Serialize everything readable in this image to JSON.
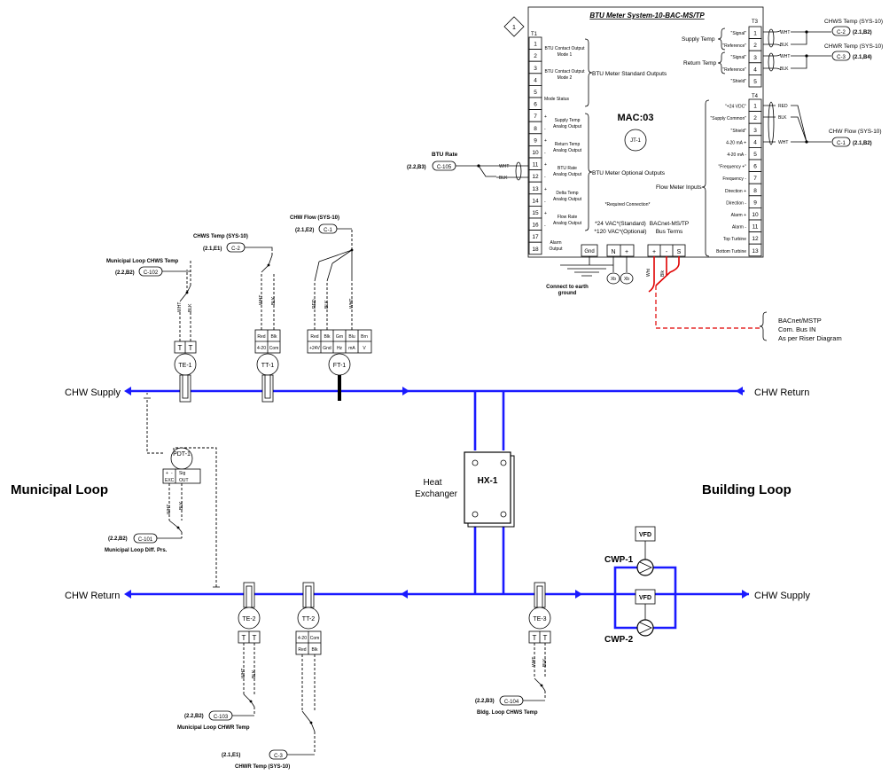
{
  "diagram_title": "BTU Meter System-10-BAC-MS/TP",
  "revision_mark": "1",
  "controller": {
    "name": "MAC:03",
    "jack": "JT-1"
  },
  "t1": {
    "label": "T1",
    "terminals": [
      "1",
      "2",
      "3",
      "4",
      "5",
      "6",
      "7",
      "8",
      "9",
      "10",
      "11",
      "12",
      "13",
      "14",
      "15",
      "16",
      "17",
      "18"
    ],
    "desc": [
      {
        "text": "BTU Contact Output",
        "text2": "Mode 1"
      },
      {
        "text": "BTU Contact Output",
        "text2": "Mode 2"
      },
      {
        "text": "Mode Status",
        "text2": ""
      },
      {
        "text": "Supply Temp",
        "text2": "Analog Output"
      },
      {
        "text": "Return Temp",
        "text2": "Analog Output"
      },
      {
        "text": "BTU Rate",
        "text2": "Analog Output"
      },
      {
        "text": "Delta Temp",
        "text2": "Analog Output"
      },
      {
        "text": "Flow Rate",
        "text2": "Analog Output"
      },
      {
        "text": "Alarm",
        "text2": "Output"
      }
    ],
    "plus": "+",
    "minus": "-"
  },
  "group_std": "BTU Meter Standard Outputs",
  "group_opt": "BTU Meter Optional Outputs",
  "t3": {
    "label": "T3",
    "terminals": [
      "1",
      "2",
      "3",
      "4",
      "5"
    ],
    "labels": [
      "\"Signal\"",
      "\"Reference\"",
      "\"Signal\"",
      "\"Reference\"",
      "\"Shield\""
    ],
    "group_supply": "Supply Temp",
    "group_return": "Return Temp"
  },
  "t4": {
    "label": "T4",
    "terminals": [
      "1",
      "2",
      "3",
      "4",
      "5",
      "6",
      "7",
      "8",
      "9",
      "10",
      "11",
      "12",
      "13"
    ],
    "labels": [
      "\"+24 VDC\"",
      "\"Supply Common\"",
      "\"Shield\"",
      "4-20 mA +",
      "4-20 mA -",
      "\"Frequency +\"",
      "Frequency -",
      "Direction +",
      "Direction -",
      "Alarm +",
      "Alarm -",
      "Top Turbine",
      "Bottom Turbine"
    ],
    "group": "Flow Meter Inputs"
  },
  "required_note": "*Required Connection*",
  "power": {
    "line1": "*24 VAC*(Standard)",
    "line2": "*120 VAC*(Optional)",
    "n": "N",
    "p": "+",
    "gnd": "Gnd",
    "xb": "Xb"
  },
  "bacnet_term": {
    "line1": "BACnet-MS/TP",
    "line2": "Bus Terms",
    "plus": "+",
    "minus": "-",
    "s": "S"
  },
  "earth": {
    "line1": "Connect to earth",
    "line2": "ground"
  },
  "bacnet_note": {
    "line1": "BACnet/MSTP",
    "line2": "Com. Bus IN",
    "line3": "As per Riser Diagram"
  },
  "wires": {
    "wht": "WHT",
    "blk": "BLK",
    "red": "RED",
    "wht2": "Wht",
    "blk2": "Blk"
  },
  "refs": {
    "chws": {
      "title": "CHWS Temp (SYS-10)",
      "tag": "C-2",
      "loc": "(2.1,B2)"
    },
    "chwr": {
      "title": "CHWR Temp (SYS-10)",
      "tag": "C-3",
      "loc": "(2.1,B4)"
    },
    "chwflow": {
      "title": "CHW Flow (SYS-10)",
      "tag": "C-1",
      "loc": "(2.1,B2)"
    },
    "btu_rate": {
      "title": "BTU Rate",
      "tag": "C-105",
      "loc": "(2.2,B3)"
    },
    "mun_chws": {
      "title": "Municipal Loop CHWS Temp",
      "tag": "C-102",
      "loc": "(2.2,B2)"
    },
    "chws_f": {
      "title": "CHWS Temp (SYS-10)",
      "tag": "C-2",
      "loc": "(2.1,E1)"
    },
    "chwflow_f": {
      "title": "CHW Flow (SYS-10)",
      "tag": "C-1",
      "loc": "(2.1,E2)"
    },
    "mun_dp": {
      "title": "Municipal Loop Diff. Prs.",
      "tag": "C-101",
      "loc": "(2.2,B2)"
    },
    "mun_chwr": {
      "title": "Municipal Loop CHWR Temp",
      "tag": "C-103",
      "loc": "(2.2,B2)"
    },
    "chwr_f": {
      "title": "CHWR Temp (SYS-10)",
      "tag": "C-3",
      "loc": "(2.1,E1)"
    },
    "bldg_chws": {
      "title": "Bldg. Loop CHWS Temp",
      "tag": "C-104",
      "loc": "(2.2,B3)"
    }
  },
  "devices": {
    "te1": "TE-1",
    "tt1": "TT-1",
    "ft1": "FT-1",
    "pdt1": "PDT-1",
    "te2": "TE-2",
    "tt2": "TT-2",
    "te3": "TE-3",
    "tt1_terms": [
      "Red",
      "Blk",
      "4-20",
      "Com"
    ],
    "ft1_terms": [
      "Red",
      "Blk",
      "Grn",
      "Blu",
      "Brn",
      "+24V",
      "Gnd",
      "Hz",
      "mA",
      "V"
    ],
    "tt2_terms": [
      "4-20",
      "Com",
      "Red",
      "Blk"
    ],
    "pdt_terms": [
      "+",
      "-",
      "EXC",
      "Sig",
      "OUT"
    ],
    "t": "T"
  },
  "pipes": {
    "chw_supply": "CHW Supply",
    "chw_return": "CHW Return",
    "chw_return_r": "CHW Return",
    "chw_supply_r": "CHW Supply"
  },
  "hx": {
    "label1": "Heat",
    "label2": "Exchanger",
    "tag": "HX-1"
  },
  "loops": {
    "municipal": "Municipal Loop",
    "building": "Building Loop"
  },
  "pumps": {
    "cwp1": "CWP-1",
    "cwp2": "CWP-2",
    "vfd": "VFD"
  },
  "colors": {
    "pipe": "#1a1aff",
    "bus": "#e00000",
    "line": "#000000"
  }
}
